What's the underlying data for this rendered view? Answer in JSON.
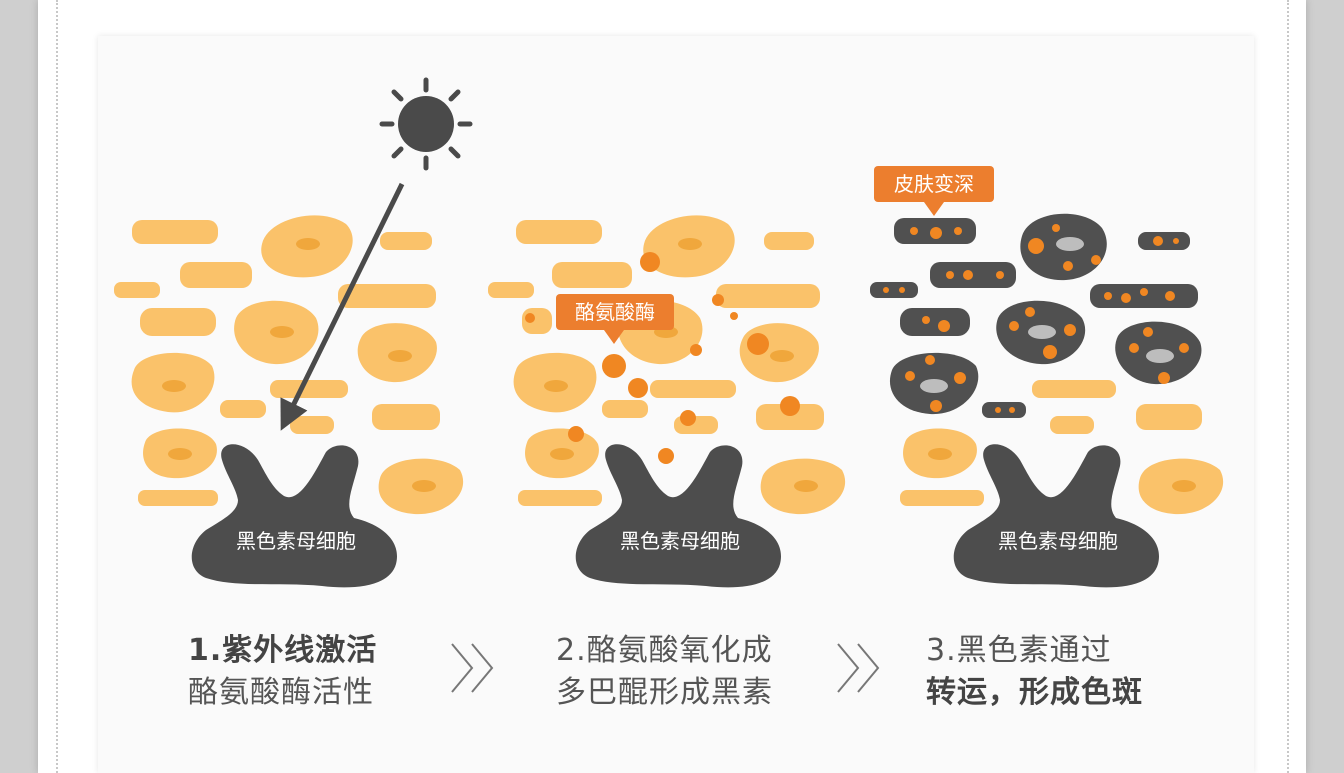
{
  "colors": {
    "cell_fill": "#FAC26A",
    "cell_nucleus": "#F0A73C",
    "melanocyte": "#4D4D4D",
    "dark_cell": "#505050",
    "pigment_dot": "#F08722",
    "label_bg": "#EC7E2E",
    "sun": "#4A4A4A"
  },
  "icons": {
    "sun": "sun-icon",
    "arrow": "uv-arrow",
    "chevron": "double-chevron-icon"
  },
  "panels": [
    {
      "melanocyte_label": "黑色素母细胞",
      "step_line1": "1.紫外线激活",
      "step_line2": "酪氨酸酶活性"
    },
    {
      "melanocyte_label": "黑色素母细胞",
      "callout": "酪氨酸酶",
      "step_line1": "2.酪氨酸氧化成",
      "step_line2": "多巴醌形成黑素"
    },
    {
      "melanocyte_label": "黑色素母细胞",
      "callout": "皮肤变深",
      "step_line1": "3.黑色素通过",
      "step_line2": "转运，形成色斑"
    }
  ]
}
